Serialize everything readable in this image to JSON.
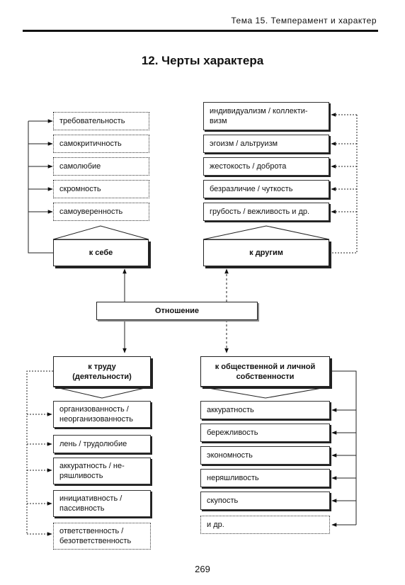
{
  "header": {
    "topic": "Тема 15. Темперамент и характер"
  },
  "title": "12. Черты характера",
  "center": {
    "label": "Отношение"
  },
  "groups": {
    "self": {
      "label": "к себе",
      "items": [
        "требовательность",
        "самокритичность",
        "самолюбие",
        "скромность",
        "самоуверенность"
      ]
    },
    "others": {
      "label": "к другим",
      "items": [
        "индивидуализм / коллекти-\nвизм",
        "эгоизм / альтруизм",
        "жестокость / доброта",
        "безразличие / чуткость",
        "грубость / вежливость и др."
      ]
    },
    "work": {
      "label": "к труду\n(деятельности)",
      "items": [
        "организованность /\nнеорганизованность",
        "лень / трудолюбие",
        "аккуратность / не-\nряшливость",
        "инициативность /\nпассивность",
        "ответственность /\nбезответственность"
      ]
    },
    "property": {
      "label": "к общественной и личной\nсобственности",
      "items": [
        "аккуратность",
        "бережливость",
        "экономность",
        "неряшливость",
        "скупость",
        "и др."
      ]
    }
  },
  "footer": {
    "page_number": "269"
  }
}
